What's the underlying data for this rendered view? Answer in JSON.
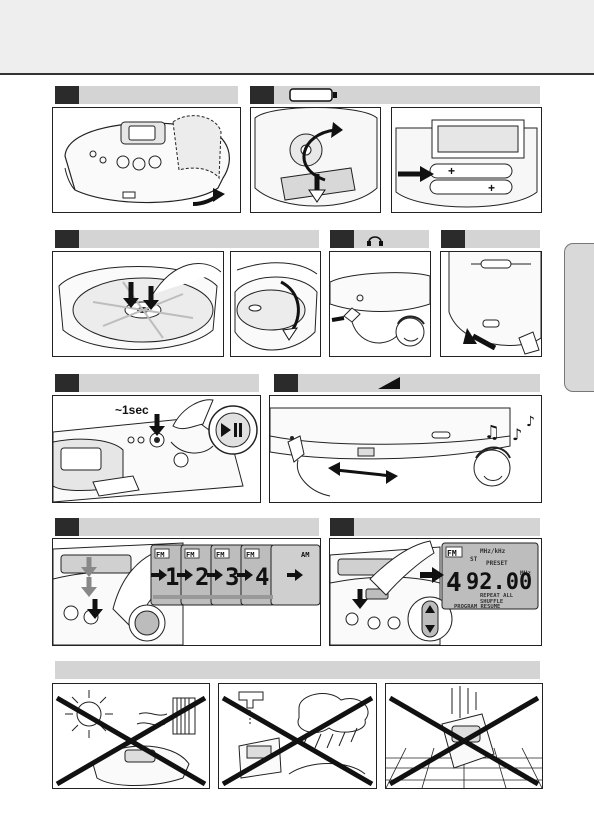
{
  "steps": {
    "power_key": {
      "time_label": "~1sec"
    },
    "radio": {
      "band": "FM",
      "presets": [
        "1",
        "2",
        "3",
        "4"
      ],
      "display_preset": "4",
      "display_frequency": "92.00",
      "lcd_labels": {
        "mhz_khz": "MHz/kHz",
        "st": "ST",
        "preset": "PRESET",
        "mhz": "MHz",
        "am": "AM",
        "repeat_all": "REPEAT ALL",
        "shuffle": "SHUFFLE",
        "program_resume": "PROGRAM RESUME"
      }
    }
  },
  "colors": {
    "header_bg": "#d4d4d4",
    "number_box": "#2b2b2b",
    "lcd_bg": "#bdbdbd",
    "arrow": "#1a1a1a"
  }
}
